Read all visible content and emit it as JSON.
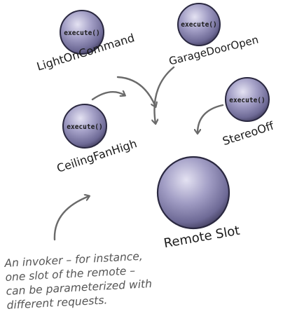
{
  "objects": [
    {
      "id": "light",
      "method": "execute()",
      "label": "LightOnCommand"
    },
    {
      "id": "garage",
      "method": "execute()",
      "label": "GarageDoorOpen"
    },
    {
      "id": "stereo",
      "method": "execute()",
      "label": "StereoOff"
    },
    {
      "id": "fan",
      "method": "execute()",
      "label": "CeilingFanHigh"
    }
  ],
  "slot": {
    "label": "Remote Slot"
  },
  "note": {
    "lines": [
      "An invoker – for instance,",
      "one slot of the remote –",
      "can be parameterized with",
      "different requests."
    ]
  },
  "colors": {
    "sphere": "#8e8ab4",
    "sphere_light": "#d8d6ea",
    "sphere_dark": "#4a4668",
    "arrow": "#6a6a6a",
    "text": "#1a1a1a"
  }
}
